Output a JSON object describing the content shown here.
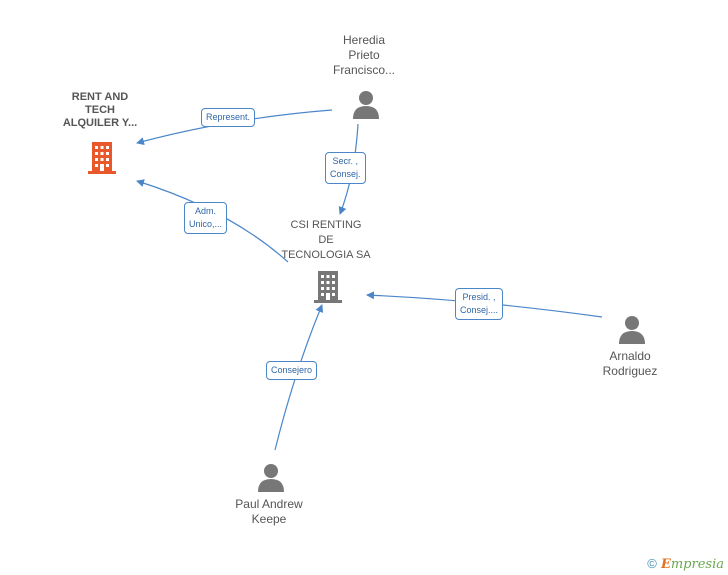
{
  "nodes": {
    "rent_and_tech": {
      "lines": [
        "RENT AND",
        "TECH",
        "ALQUILER Y..."
      ]
    },
    "heredia": {
      "lines": [
        "Heredia",
        "Prieto",
        "Francisco..."
      ]
    },
    "csi": {
      "lines": [
        "CSI RENTING",
        "DE",
        "TECNOLOGIA SA"
      ]
    },
    "arnaldo": {
      "lines": [
        "Arnaldo",
        "Rodriguez"
      ]
    },
    "paul": {
      "lines": [
        "Paul Andrew",
        "Keepe"
      ]
    }
  },
  "edges": {
    "represent": {
      "lines": [
        "Represent."
      ]
    },
    "secr": {
      "lines": [
        "Secr. ,",
        "Consej."
      ]
    },
    "adm": {
      "lines": [
        "Adm.",
        "Unico,..."
      ]
    },
    "presid": {
      "lines": [
        "Presid. ,",
        "Consej...."
      ]
    },
    "consejero": {
      "lines": [
        "Consejero"
      ]
    }
  },
  "colors": {
    "edge": "#4a86c8",
    "person_icon": "#777777",
    "company_icon": "#777777",
    "main_company_icon": "#e8582a"
  },
  "footer": {
    "copyright": "©",
    "brand_first": "E",
    "brand_rest": "mpresia"
  }
}
